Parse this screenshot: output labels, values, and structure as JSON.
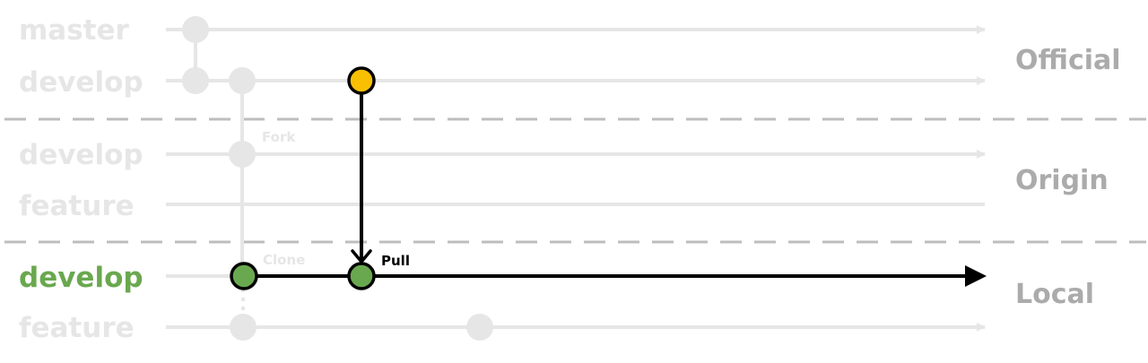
{
  "groups": [
    {
      "name": "Official",
      "branches": [
        "master",
        "develop"
      ]
    },
    {
      "name": "Origin",
      "branches": [
        "develop",
        "feature"
      ]
    },
    {
      "name": "Local",
      "branches": [
        "develop",
        "feature"
      ]
    }
  ],
  "annotations": {
    "fork": "Fork",
    "clone": "Clone",
    "pull": "Pull"
  },
  "colors": {
    "faded": "#e6e6e6",
    "group_text": "#ababab",
    "active_branch_text": "#6aa84f",
    "commit_active": "#6aa84f",
    "commit_new": "#f9c002",
    "stroke": "#000000",
    "divider": "#bdbdbd"
  }
}
